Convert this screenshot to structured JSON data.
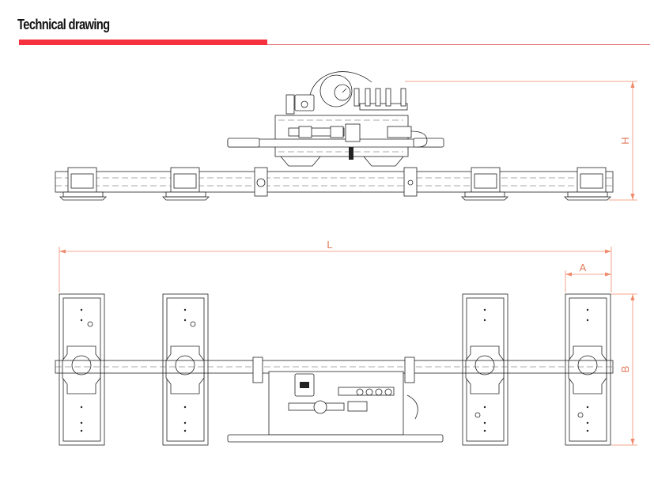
{
  "header": {
    "title": "Technical drawing"
  },
  "dimensions": {
    "height": "H",
    "length": "L",
    "pad_width": "A",
    "pad_length": "B"
  },
  "colors": {
    "accent": "#f5303f",
    "dimension": "#f08a6a"
  }
}
